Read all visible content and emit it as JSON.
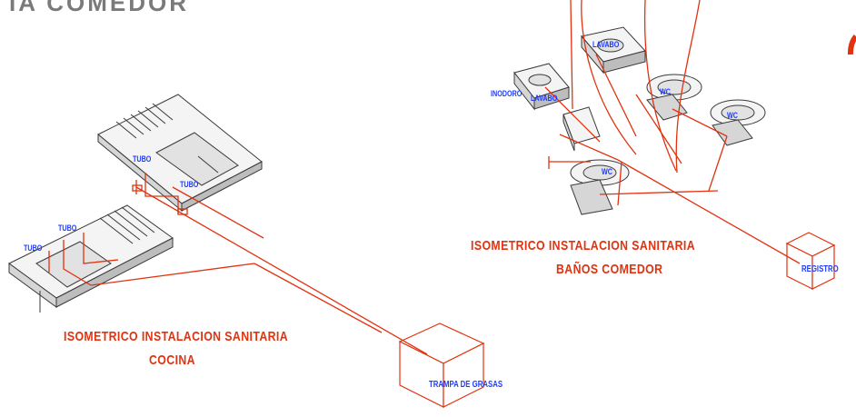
{
  "header": {
    "text": "IA  COMEDOR"
  },
  "kitchen": {
    "title_line1": "ISOMETRICO  INSTALACION  SANITARIA",
    "title_line2": "COCINA",
    "labels": [
      "TUBO",
      "TUBO",
      "TUBO",
      "TUBO"
    ],
    "box_label": "TRAMPA DE GRASAS"
  },
  "bathroom": {
    "title_line1": "ISOMETRICO  INSTALACION  SANITARIA",
    "title_line2": "BAÑOS COMEDOR",
    "box_label": "REGISTRO",
    "labels": [
      "LAVABO",
      "INODORO",
      "LAVABO",
      "WC",
      "WC",
      "WC"
    ]
  },
  "colors": {
    "pipe": "#e2320f",
    "label": "#1e3cff",
    "fixture": "#3a3a3a"
  }
}
